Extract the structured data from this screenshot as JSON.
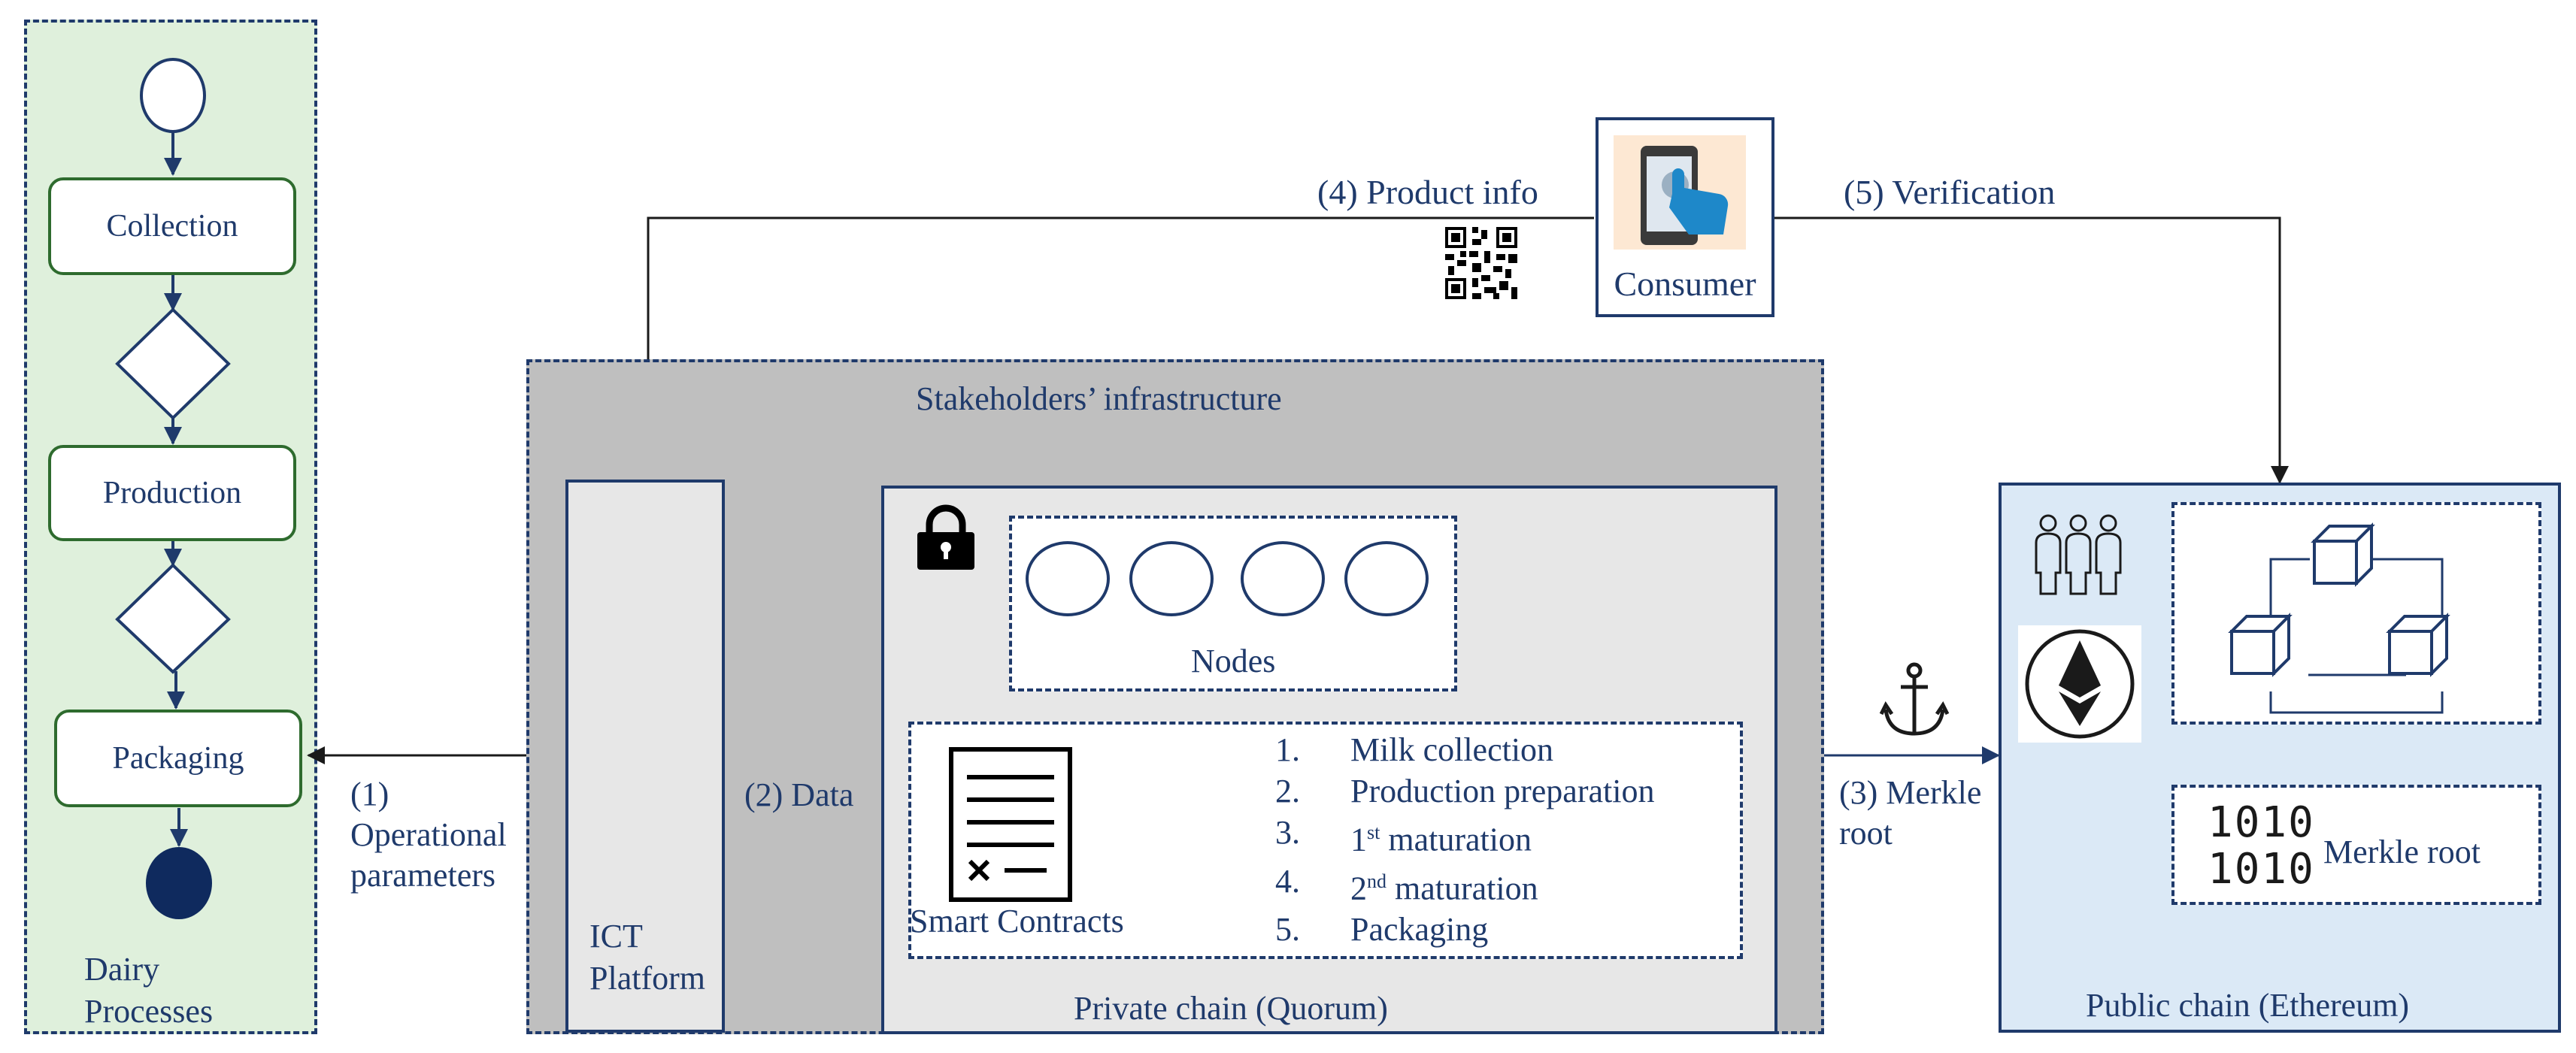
{
  "dairy_processes": {
    "label_line1": "Dairy",
    "label_line2": "Processes",
    "steps": [
      "Collection",
      "Production",
      "Packaging"
    ]
  },
  "arrows": {
    "operational_line1": "(1)",
    "operational_line2": "Operational",
    "operational_line3": "parameters",
    "data": "(2) Data",
    "merkle_line1": "(3) Merkle",
    "merkle_line2": "root",
    "product_info": "(4) Product info",
    "verification": "(5) Verification"
  },
  "consumer": {
    "label": "Consumer"
  },
  "stakeholders": {
    "title": "Stakeholders’ infrastructure",
    "ict_line1": "ICT",
    "ict_line2": "Platform"
  },
  "private_chain": {
    "label": "Private chain (Quorum)",
    "nodes_label": "Nodes",
    "smart_contracts_label": "Smart Contracts",
    "contracts": [
      {
        "num": "1.",
        "text": "Milk collection"
      },
      {
        "num": "2.",
        "text": "Production preparation"
      },
      {
        "num": "3.",
        "ord": "1",
        "sup": "st",
        "text": " maturation"
      },
      {
        "num": "4.",
        "ord": "2",
        "sup": "nd",
        "text": " maturation"
      },
      {
        "num": "5.",
        "text": "Packaging"
      }
    ]
  },
  "public_chain": {
    "label": "Public chain (Ethereum)",
    "binary_line1": "1010",
    "binary_line2": "1010",
    "merkle_root_label": "Merkle root"
  },
  "colors": {
    "navy": "#1f3a6b",
    "green_panel": "#dff0dc",
    "grey_panel": "#bfbfbf",
    "light_grey": "#e7e7e7",
    "blue_panel": "#dbe9f6"
  }
}
